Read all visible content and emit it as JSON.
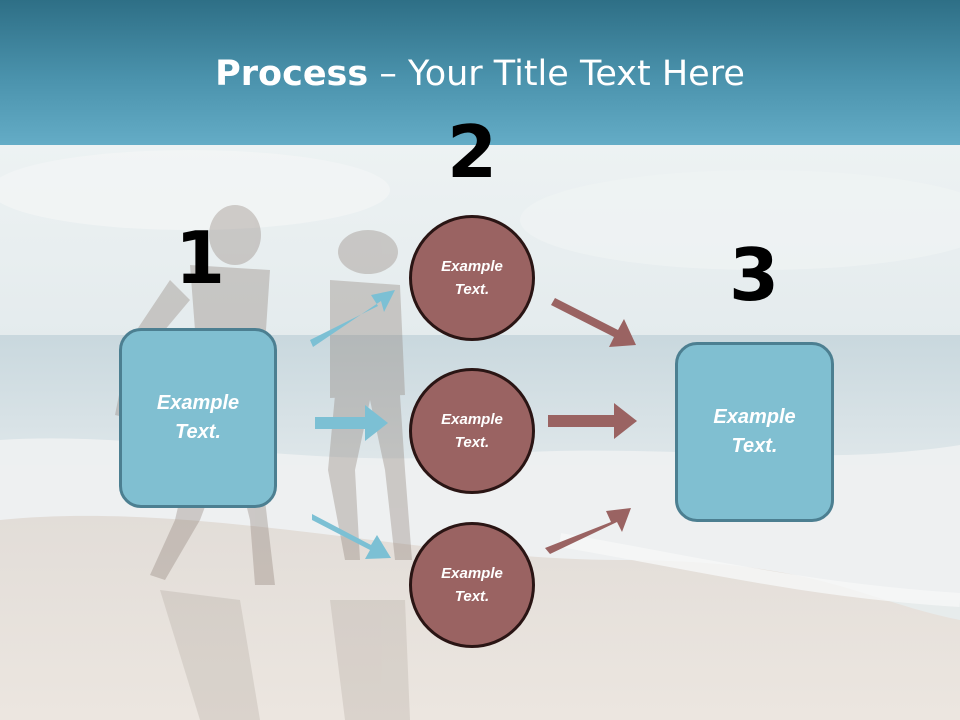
{
  "slide": {
    "title_strong": "Process",
    "title_rest": " – Your Title Text Here"
  },
  "steps": {
    "one": {
      "number": "1",
      "box_text": "Example\nText."
    },
    "two": {
      "number": "2",
      "circles": [
        "Example\nText.",
        "Example\nText.",
        "Example\nText."
      ]
    },
    "three": {
      "number": "3",
      "box_text": "Example\nText."
    }
  },
  "colors": {
    "header": "#4b93ad",
    "box_fill": "#80bfd1",
    "circle_fill": "#9a6362",
    "arrow_blue": "#7cc0d4",
    "arrow_brown": "#9a6362"
  }
}
